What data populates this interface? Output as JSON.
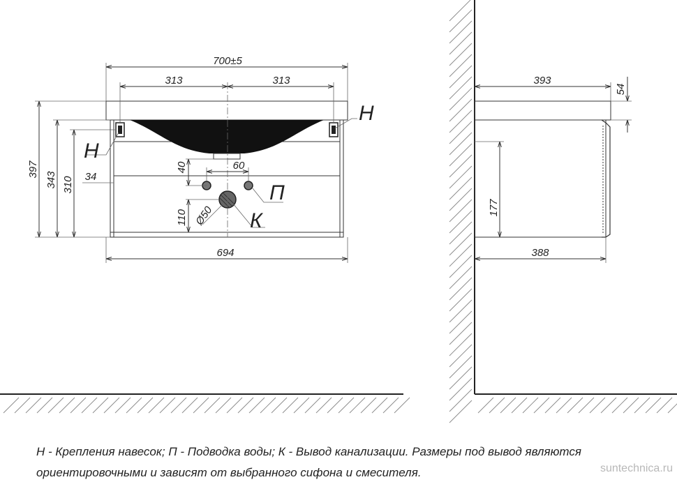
{
  "front_view": {
    "overall_width": "700±5",
    "mount_spacing_left": "313",
    "mount_spacing_right": "313",
    "bottom_width": "694",
    "height_overall": "397",
    "height_343": "343",
    "height_310": "310",
    "height_34": "34",
    "dim_40": "40",
    "dim_60": "60",
    "dim_110": "110",
    "drain_diameter": "Ø50",
    "label_mount_left": "Н",
    "label_mount_right": "Н",
    "label_water": "П",
    "label_drain": "К"
  },
  "side_view": {
    "top_depth": "393",
    "top_thickness": "54",
    "height_177": "177",
    "body_depth": "388"
  },
  "legend": {
    "line1": "Н - Крепления навесок; П - Подводка воды; К - Вывод канализации. Размеры под вывод являются",
    "line2": "ориентировочными и зависят от выбранного сифона и смесителя."
  },
  "watermark": "suntechnica.ru"
}
